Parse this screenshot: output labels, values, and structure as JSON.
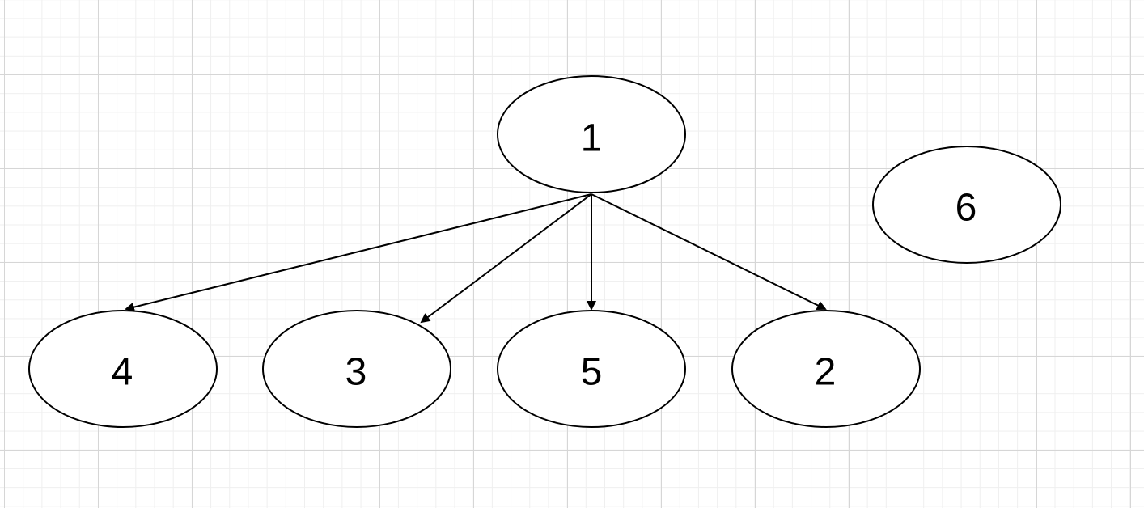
{
  "diagram": {
    "nodes": [
      {
        "id": "n1",
        "label": "1"
      },
      {
        "id": "n4",
        "label": "4"
      },
      {
        "id": "n3",
        "label": "3"
      },
      {
        "id": "n5",
        "label": "5"
      },
      {
        "id": "n2",
        "label": "2"
      },
      {
        "id": "n6",
        "label": "6"
      }
    ],
    "edges": [
      {
        "from": "1",
        "to": "4"
      },
      {
        "from": "1",
        "to": "3"
      },
      {
        "from": "1",
        "to": "5"
      },
      {
        "from": "1",
        "to": "2"
      }
    ]
  }
}
